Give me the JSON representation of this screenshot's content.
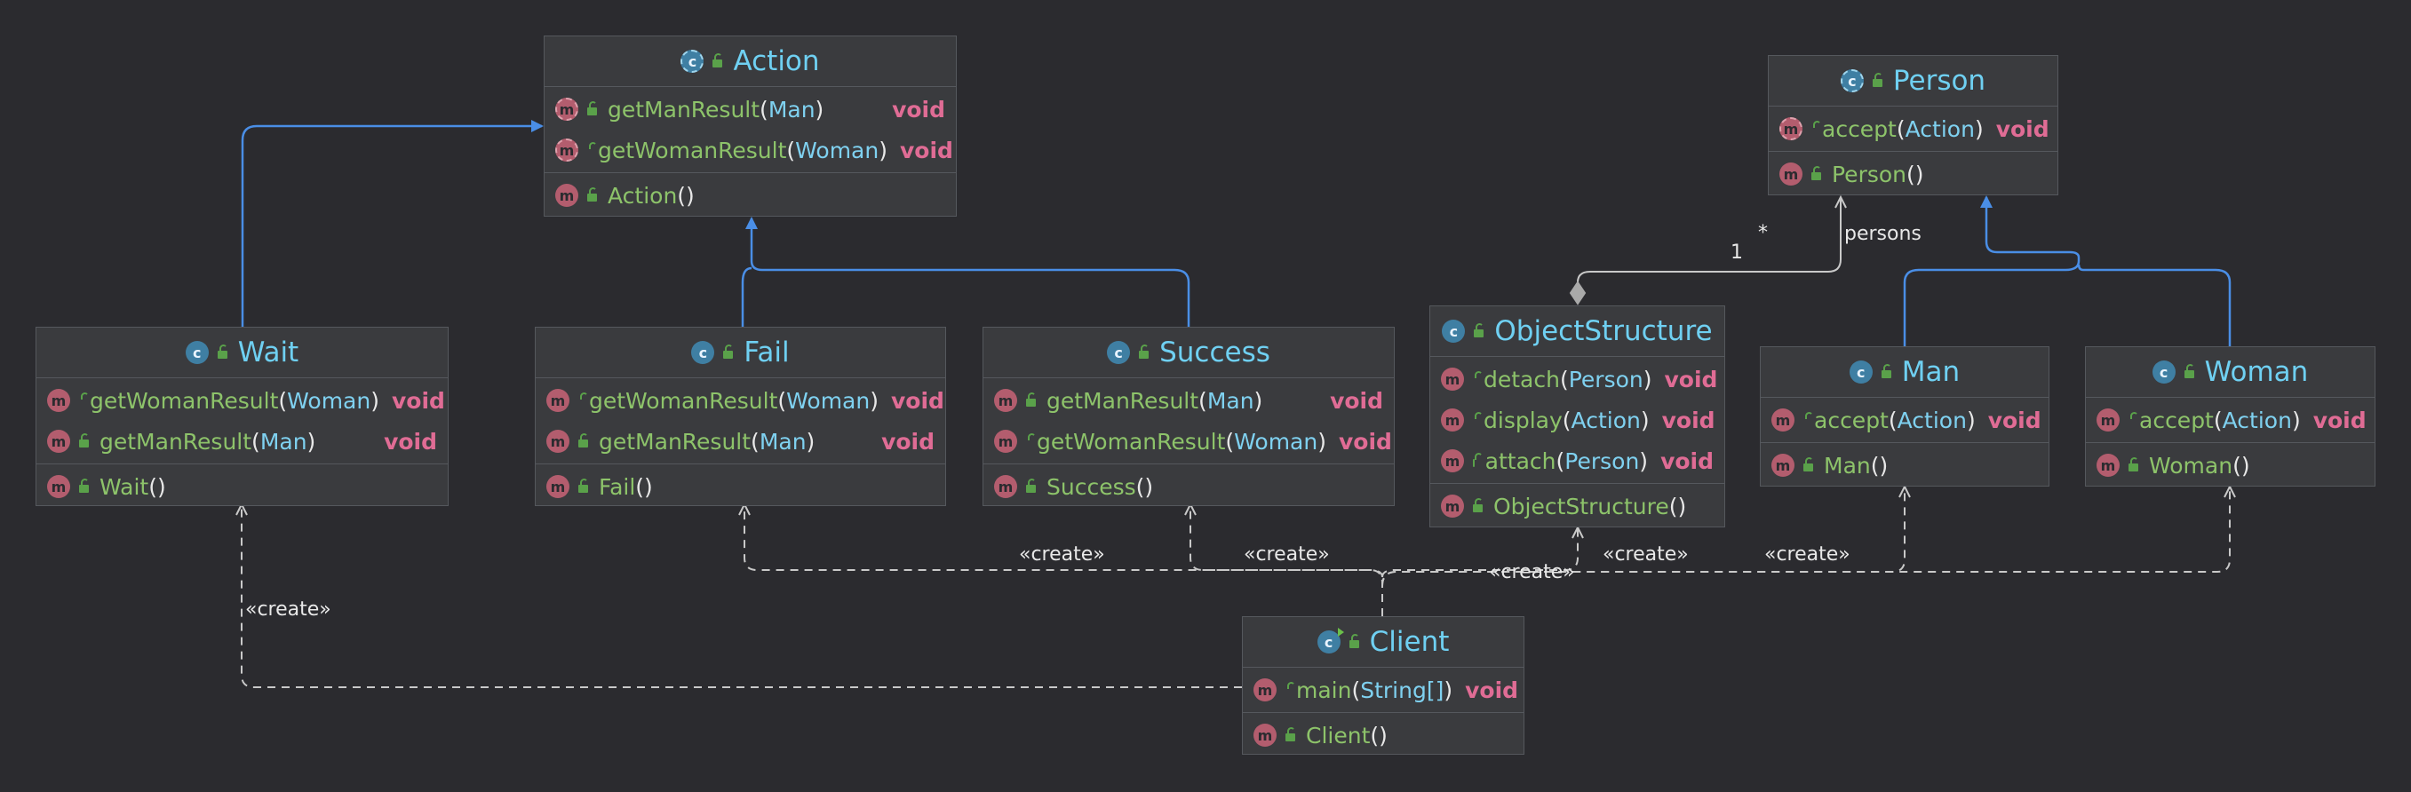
{
  "classes": {
    "action": {
      "name": "Action",
      "icon": "abstract-class-icon",
      "methods": [
        {
          "name": "getManResult",
          "param": "Man",
          "ret": "void",
          "abstract": true
        },
        {
          "name": "getWomanResult",
          "param": "Woman",
          "ret": "void",
          "abstract": true
        }
      ],
      "ctor": {
        "name": "Action"
      }
    },
    "person": {
      "name": "Person",
      "icon": "abstract-class-icon",
      "methods": [
        {
          "name": "accept",
          "param": "Action",
          "ret": "void",
          "abstract": true
        }
      ],
      "ctor": {
        "name": "Person"
      }
    },
    "wait": {
      "name": "Wait",
      "icon": "class-icon",
      "methods": [
        {
          "name": "getWomanResult",
          "param": "Woman",
          "ret": "void"
        },
        {
          "name": "getManResult",
          "param": "Man",
          "ret": "void"
        }
      ],
      "ctor": {
        "name": "Wait"
      }
    },
    "fail": {
      "name": "Fail",
      "icon": "class-icon",
      "methods": [
        {
          "name": "getWomanResult",
          "param": "Woman",
          "ret": "void"
        },
        {
          "name": "getManResult",
          "param": "Man",
          "ret": "void"
        }
      ],
      "ctor": {
        "name": "Fail"
      }
    },
    "success": {
      "name": "Success",
      "icon": "class-icon",
      "methods": [
        {
          "name": "getManResult",
          "param": "Man",
          "ret": "void"
        },
        {
          "name": "getWomanResult",
          "param": "Woman",
          "ret": "void"
        }
      ],
      "ctor": {
        "name": "Success"
      }
    },
    "objectstructure": {
      "name": "ObjectStructure",
      "icon": "class-icon",
      "methods": [
        {
          "name": "detach",
          "param": "Person",
          "ret": "void"
        },
        {
          "name": "display",
          "param": "Action",
          "ret": "void"
        },
        {
          "name": "attach",
          "param": "Person",
          "ret": "void"
        }
      ],
      "ctor": {
        "name": "ObjectStructure"
      }
    },
    "man": {
      "name": "Man",
      "icon": "class-icon",
      "methods": [
        {
          "name": "accept",
          "param": "Action",
          "ret": "void"
        }
      ],
      "ctor": {
        "name": "Man"
      }
    },
    "woman": {
      "name": "Woman",
      "icon": "class-icon",
      "methods": [
        {
          "name": "accept",
          "param": "Action",
          "ret": "void"
        }
      ],
      "ctor": {
        "name": "Woman"
      }
    },
    "client": {
      "name": "Client",
      "icon": "main-class-icon",
      "methods": [
        {
          "name": "main",
          "param": "String[]",
          "ret": "void"
        }
      ],
      "ctor": {
        "name": "Client"
      }
    }
  },
  "labels": {
    "create": "«create»",
    "one": "1",
    "many": "*",
    "persons": "persons"
  },
  "colors": {
    "inheritance": "#4a8ee6",
    "dependency": "#c9c9c9",
    "aggregation": "#c9c9c9"
  }
}
